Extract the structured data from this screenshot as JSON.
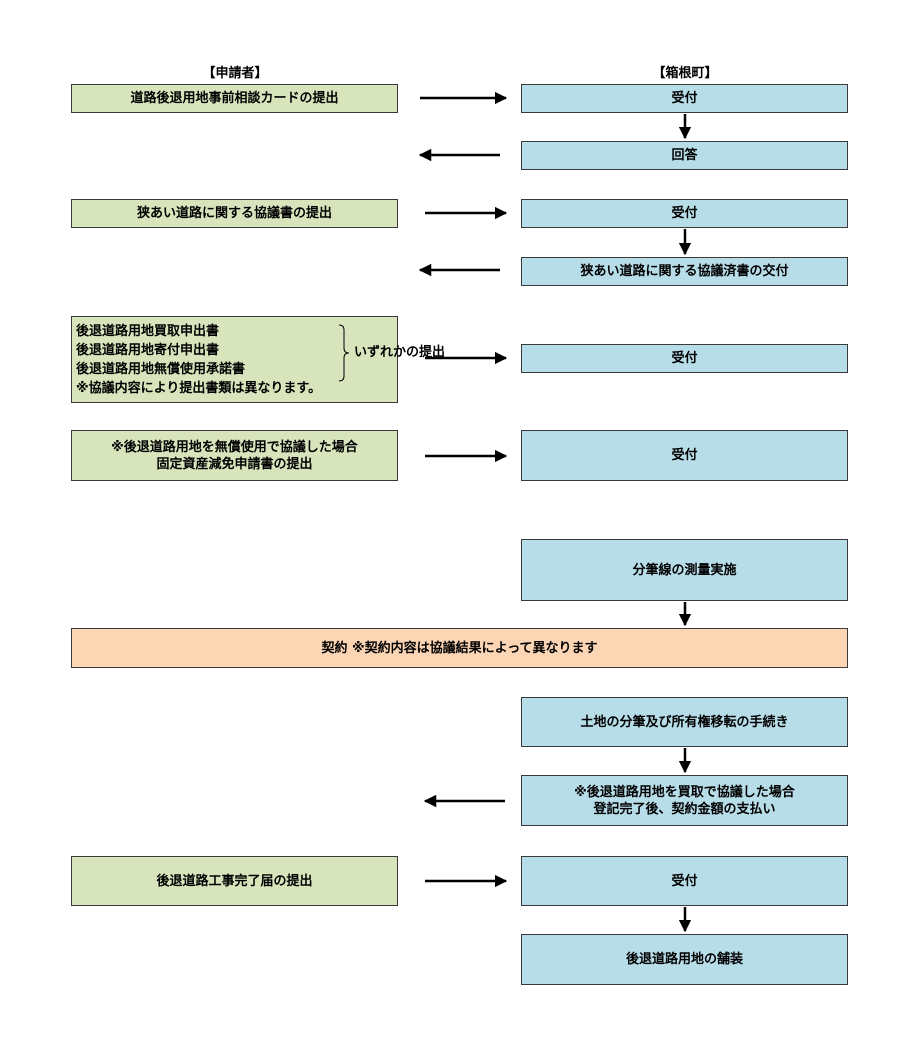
{
  "headers": {
    "applicant": "【申請者】",
    "hakone": "【箱根町】"
  },
  "steps": {
    "s1_applicant": "道路後退用地事前相談カードの提出",
    "s1_receive": "受付",
    "s1_answer": "回答",
    "s2_applicant": "狭あい道路に関する協議書の提出",
    "s2_receive": "受付",
    "s2_deliver": "狭あい道路に関する協議済書の交付",
    "s3_doc1": "後退道路用地買取申出書",
    "s3_doc2": "後退道路用地寄付申出書",
    "s3_doc3": "後退道路用地無償使用承諾書",
    "s3_choice": "いずれかの提出",
    "s3_note": "※協議内容により提出書類は異なります。",
    "s3_receive": "受付",
    "s4_line1": "※後退道路用地を無償使用で協議した場合",
    "s4_line2": "固定資産減免申請書の提出",
    "s4_receive": "受付",
    "survey": "分筆線の測量実施",
    "contract": "契約 ※契約内容は協議結果によって異なります",
    "procedures": "土地の分筆及び所有権移転の手続き",
    "payment_line1": "※後退道路用地を買取で協議した場合",
    "payment_line2": "登記完了後、契約金額の支払い",
    "s5_applicant": "後退道路工事完了届の提出",
    "s5_receive": "受付",
    "paving": "後退道路用地の舗装"
  }
}
